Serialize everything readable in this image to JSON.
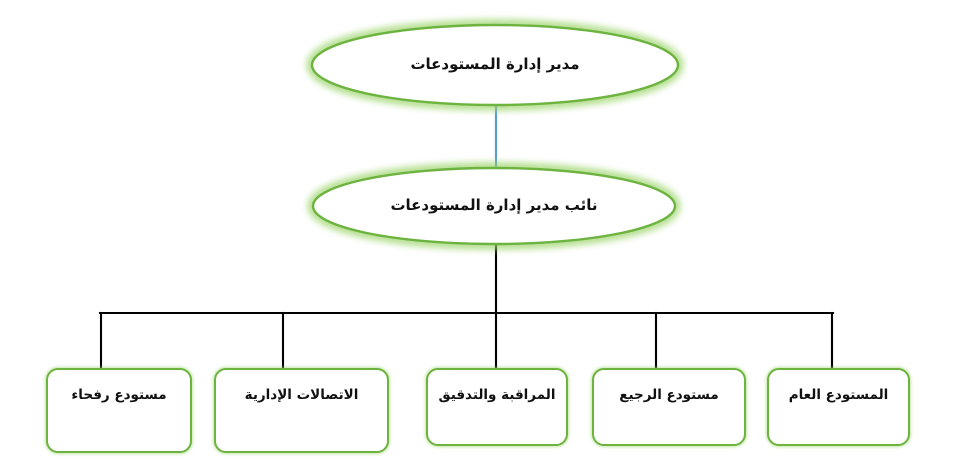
{
  "diagram": {
    "type": "organizational-chart",
    "language": "ar",
    "direction": "rtl",
    "colors": {
      "node_border": "#6CB33F",
      "node_glow": "#9BD46A",
      "node_fill": "#FFFFFF",
      "text": "#111111",
      "connector_primary": "#5B9BD5",
      "connector_branch": "#000000",
      "background": "#FFFFFF"
    },
    "levels": [
      {
        "level": 1,
        "shape": "ellipse",
        "nodes": [
          {
            "id": "director",
            "label": "مدير إدارة المستودعات"
          }
        ]
      },
      {
        "level": 2,
        "shape": "ellipse",
        "nodes": [
          {
            "id": "deputy-director",
            "label": "نائب مدير إدارة المستودعات"
          }
        ]
      },
      {
        "level": 3,
        "shape": "rounded-rectangle",
        "nodes": [
          {
            "id": "unit-rafha-warehouse",
            "label": "مستودع رفحاء"
          },
          {
            "id": "unit-administrative-communications",
            "label": "الاتصالات الإدارية"
          },
          {
            "id": "unit-monitoring-and-auditing",
            "label": "المراقبة والتدقيق"
          },
          {
            "id": "unit-returns-warehouse",
            "label": "مستودع الرجيع"
          },
          {
            "id": "unit-general-warehouse",
            "label": "المستودع العام"
          }
        ]
      }
    ],
    "connectors": [
      {
        "id": "director-to-deputy",
        "from": "director",
        "to": "deputy-director",
        "style": "vertical-line",
        "color": "#5B9BD5"
      },
      {
        "id": "deputy-to-units-bracket",
        "from": "deputy-director",
        "to": "level-3",
        "style": "orthogonal-bracket",
        "color": "#000000",
        "branches": 5
      }
    ]
  }
}
